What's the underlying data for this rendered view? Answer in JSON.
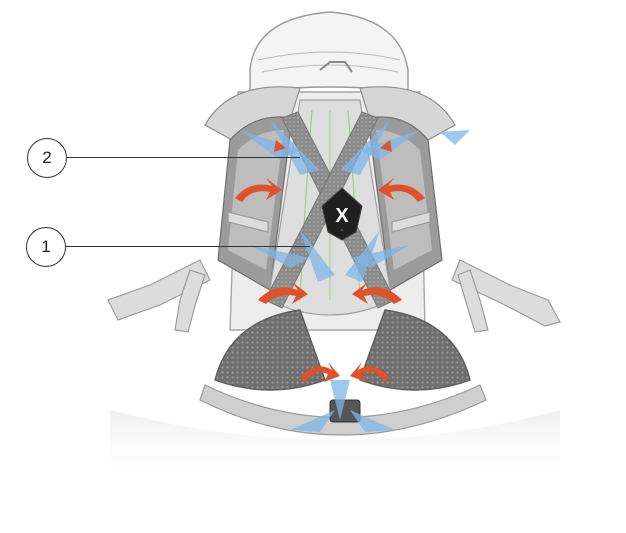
{
  "callouts": [
    {
      "number": "2"
    },
    {
      "number": "1"
    }
  ],
  "brand_mark": "X",
  "colors": {
    "airflow_blue": "#7db6e8",
    "warm_air_red": "#e0502a",
    "mesh_gray": "#7a7a7a",
    "strap_gray": "#b9b9b9",
    "frame_light": "#e6e6e6"
  }
}
